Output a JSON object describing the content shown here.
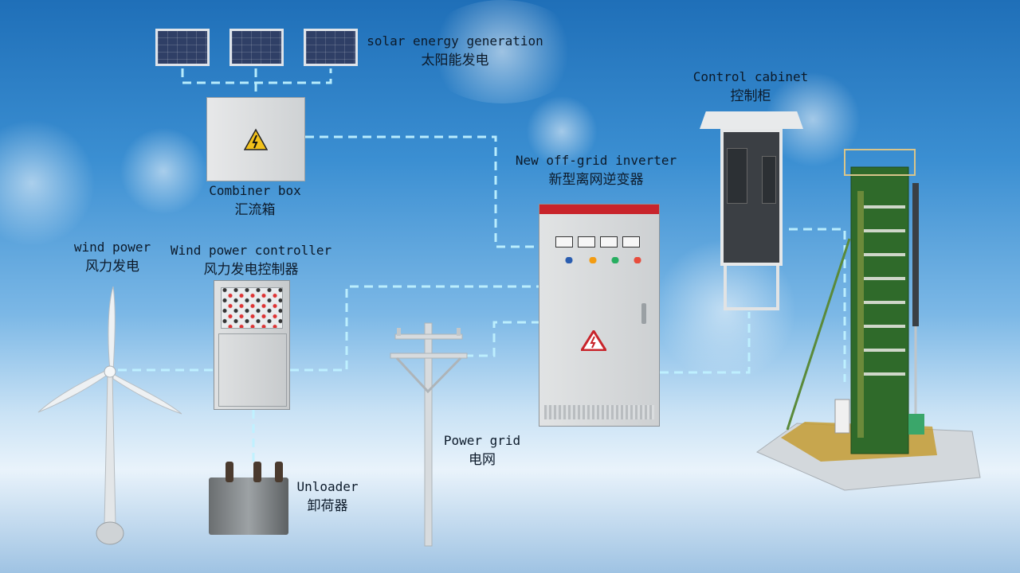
{
  "labels": {
    "solar": {
      "en": "solar energy generation",
      "cn": "太阳能发电"
    },
    "combiner": {
      "en": "Combiner box",
      "cn": "汇流箱"
    },
    "inverter": {
      "en": "New off-grid inverter",
      "cn": "新型离网逆变器"
    },
    "cabinet": {
      "en": "Control cabinet",
      "cn": "控制柜"
    },
    "wind": {
      "en": "wind power",
      "cn": "风力发电"
    },
    "controller": {
      "en": "Wind power controller",
      "cn": "风力发电控制器"
    },
    "grid": {
      "en": "Power grid",
      "cn": "电网"
    },
    "unloader": {
      "en": "Unloader",
      "cn": "卸荷器"
    }
  },
  "colors": {
    "wire": "#bff1ff",
    "warning": "#f2c11b",
    "inverter_red": "#c8242b"
  }
}
